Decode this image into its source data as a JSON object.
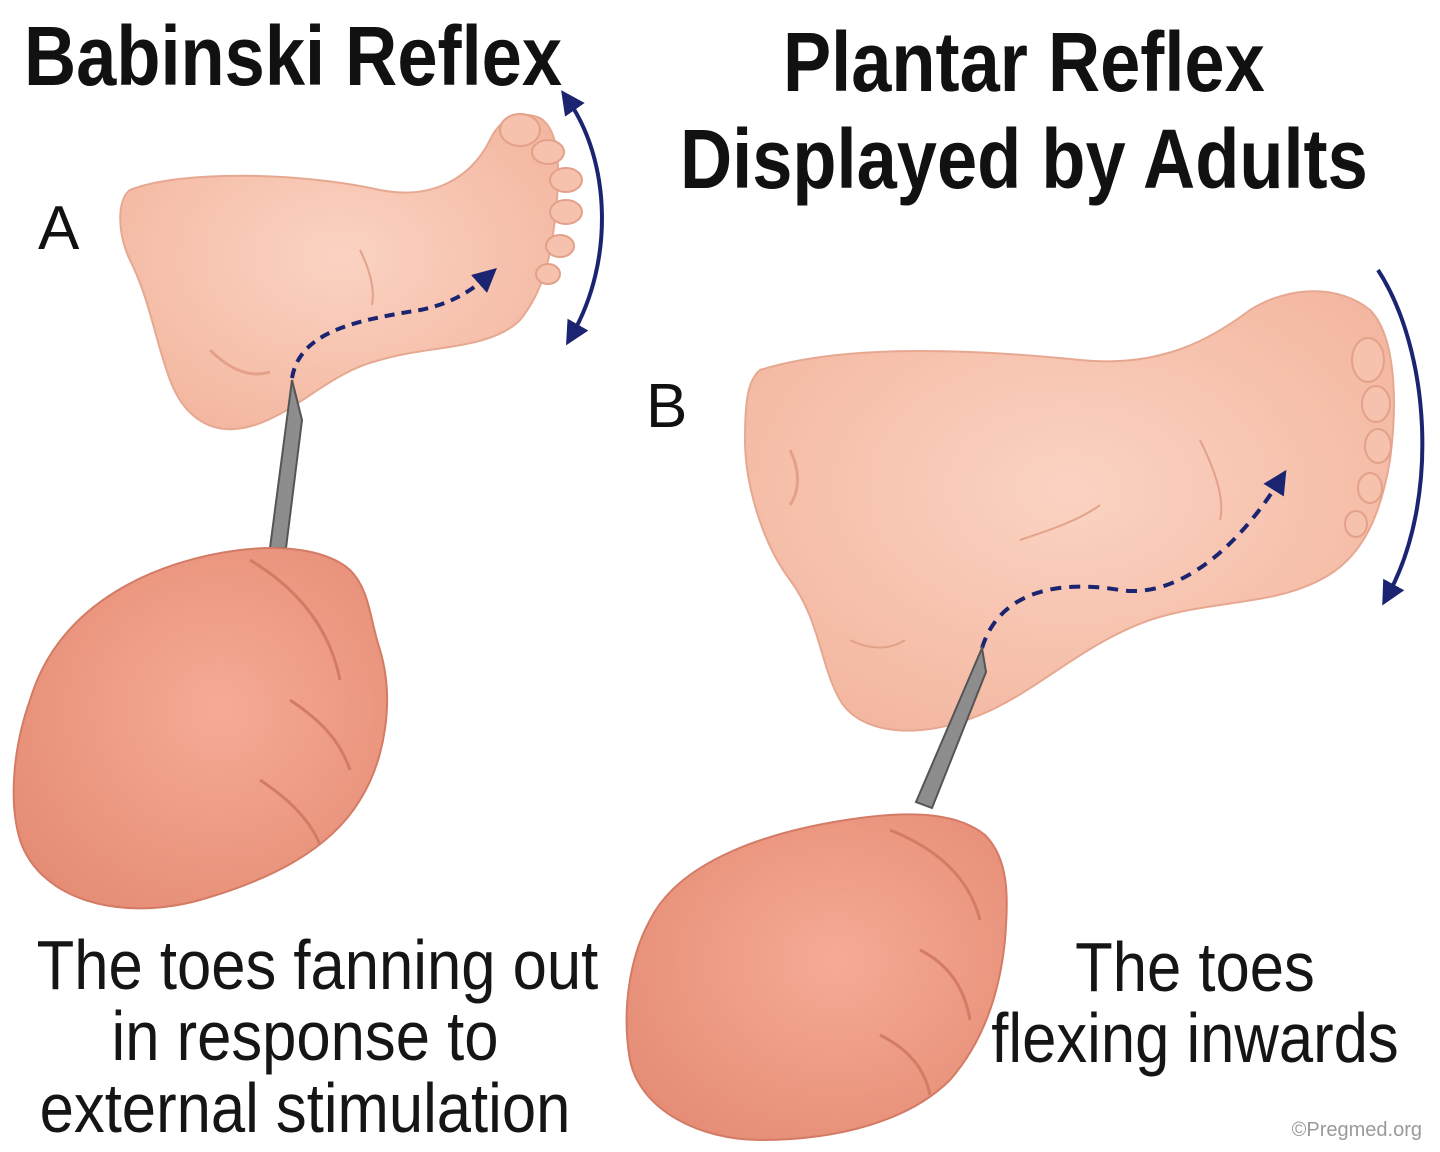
{
  "babinski": {
    "title": "Babinski Reflex",
    "panel_label": "A",
    "caption_lines": [
      "The toes fanning out",
      "in response to",
      "external stimulation"
    ]
  },
  "plantar": {
    "title_lines": [
      "Plantar Reflex",
      "Displayed by Adults"
    ],
    "panel_label": "B",
    "caption_lines": [
      "The toes",
      "flexing inwards"
    ]
  },
  "credit": "©Pregmed.org",
  "colors": {
    "skin": "#f8c3ae",
    "skin_shadow": "#e6a48c",
    "hand": "#f09c86",
    "hand_shadow": "#d97e69",
    "arrow": "#1b2470",
    "instrument": "#8d8d8d"
  },
  "icons": {
    "foot_a": "infant-foot-illustration",
    "foot_b": "adult-foot-illustration",
    "hand": "hand-holding-instrument",
    "arrow": "curved-motion-arrow"
  }
}
